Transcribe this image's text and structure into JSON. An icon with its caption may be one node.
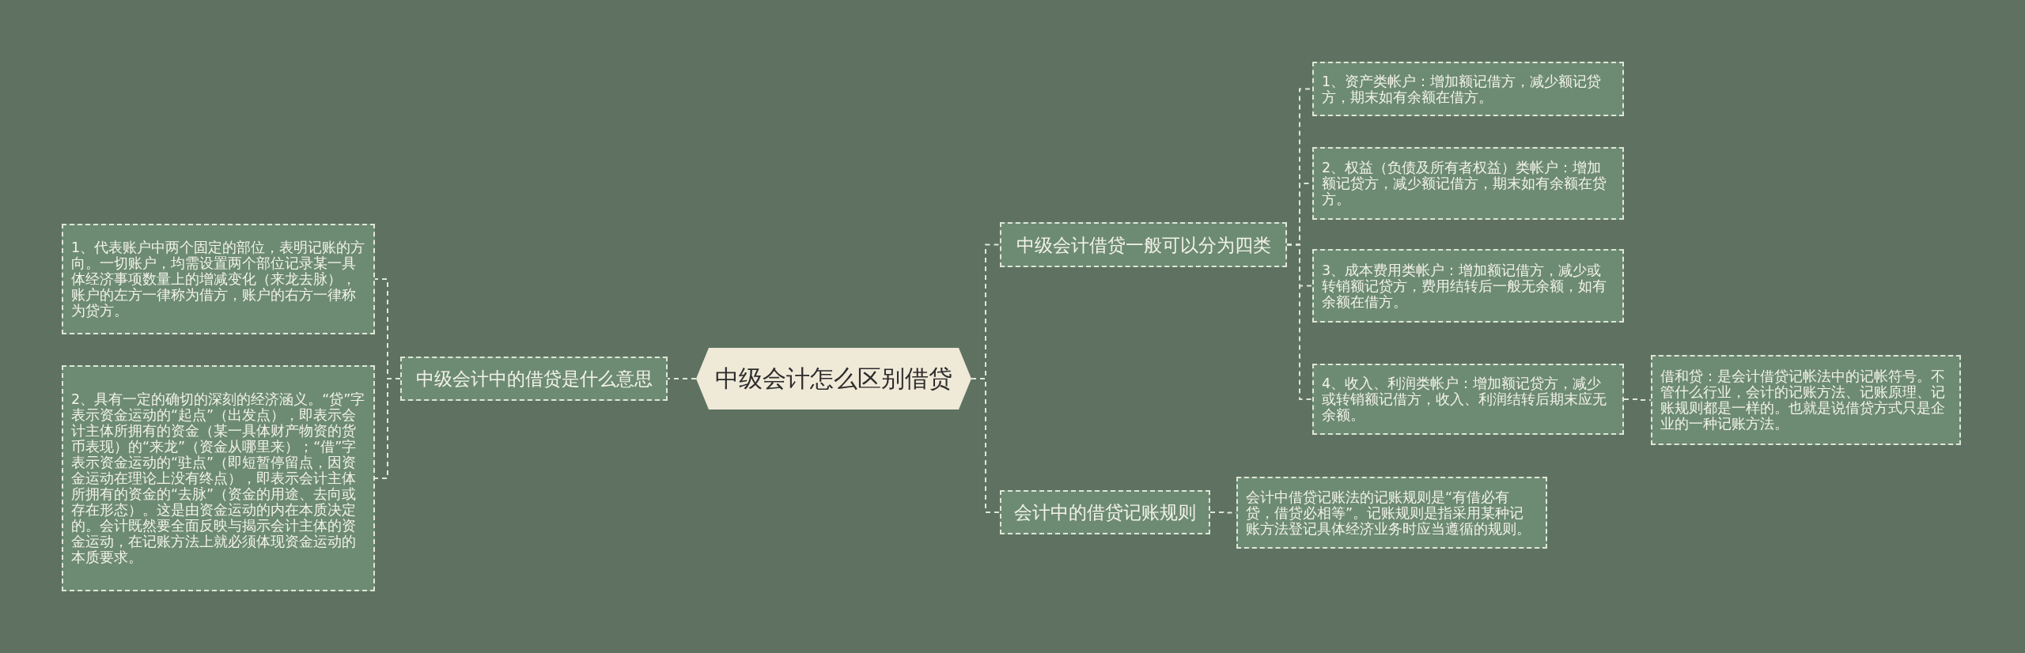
{
  "diagram": {
    "nodes": [
      {
        "text": [
          "中级会计怎么区别借贷"
        ]
      },
      {
        "text": [
          "中级会计中的借贷是什么意思"
        ]
      },
      {
        "text": [
          "1、代表账户中两个固定的部位，表明记账的方向。一切账户，均需设置两个部位记录某一具体经济事项数量上的增减变化（来龙去脉），账户的左方一律称为借方，账户的右方一律称为贷方。"
        ]
      },
      {
        "text": [
          "2、具有一定的确切的深刻的经济涵义。“贷”字表示资金运动的“起点”（出发点），即表示会计主体所拥有的资金（某一具体财产物资的货币表现）的“来龙”（资金从哪里来）；“借”字表示资金运动的“驻点”（即短暂停留点，因资金运动在理论上没有终点），即表示会计主体所拥有的资金的“去脉”（资金的用途、去向或存在形态）。这是由资金运动的内在本质决定的。会计既然要全面反映与揭示会计主体的资金运动，在记账方法上就必须体现资金运动的本质要求。"
        ]
      },
      {
        "text": [
          "中级会计借贷一般可以分为四类"
        ]
      },
      {
        "text": [
          "1、资产类帐户：增加额记借方，减少额记贷方，期末如有余额在借方。"
        ]
      },
      {
        "text": [
          "2、权益（负债及所有者权益）类帐户：增加额记贷方，减少额记借方，期末如有余额在贷方。"
        ]
      },
      {
        "text": [
          "3、成本费用类帐户：增加额记借方，减少或转销额记贷方，费用结转后一般无余额，如有余额在借方。"
        ]
      },
      {
        "text": [
          "4、收入、利润类帐户：增加额记贷方，减少或转销额记借方，收入、利润结转后期末应无余额。"
        ]
      },
      {
        "text": [
          "借和贷：是会计借贷记帐法中的记帐符号。不管什么行业，会计的记账方法、记账原理、记账规则都是一样的。也就是说借贷方式只是企业的一种记账方法。"
        ]
      },
      {
        "text": [
          "会计中的借贷记账规则"
        ]
      },
      {
        "text": [
          "会计中借贷记账法的记账规则是“有借必有贷，借贷必相等”。记账规则是指采用某种记账方法登记具体经济业务时应当遵循的规则。"
        ]
      }
    ],
    "edges": [
      {
        "from": 0,
        "to": 1,
        "arrow": "none"
      },
      {
        "from": 1,
        "to": 2,
        "arrow": "none"
      },
      {
        "from": 1,
        "to": 3,
        "arrow": "none"
      },
      {
        "from": 0,
        "to": 4,
        "arrow": "none"
      },
      {
        "from": 4,
        "to": 5,
        "arrow": "none"
      },
      {
        "from": 4,
        "to": 6,
        "arrow": "none"
      },
      {
        "from": 4,
        "to": 7,
        "arrow": "none"
      },
      {
        "from": 4,
        "to": 8,
        "arrow": "none"
      },
      {
        "from": 8,
        "to": 9,
        "arrow": "none"
      },
      {
        "from": 0,
        "to": 10,
        "arrow": "none"
      },
      {
        "from": 10,
        "to": 11,
        "arrow": "none"
      }
    ]
  }
}
